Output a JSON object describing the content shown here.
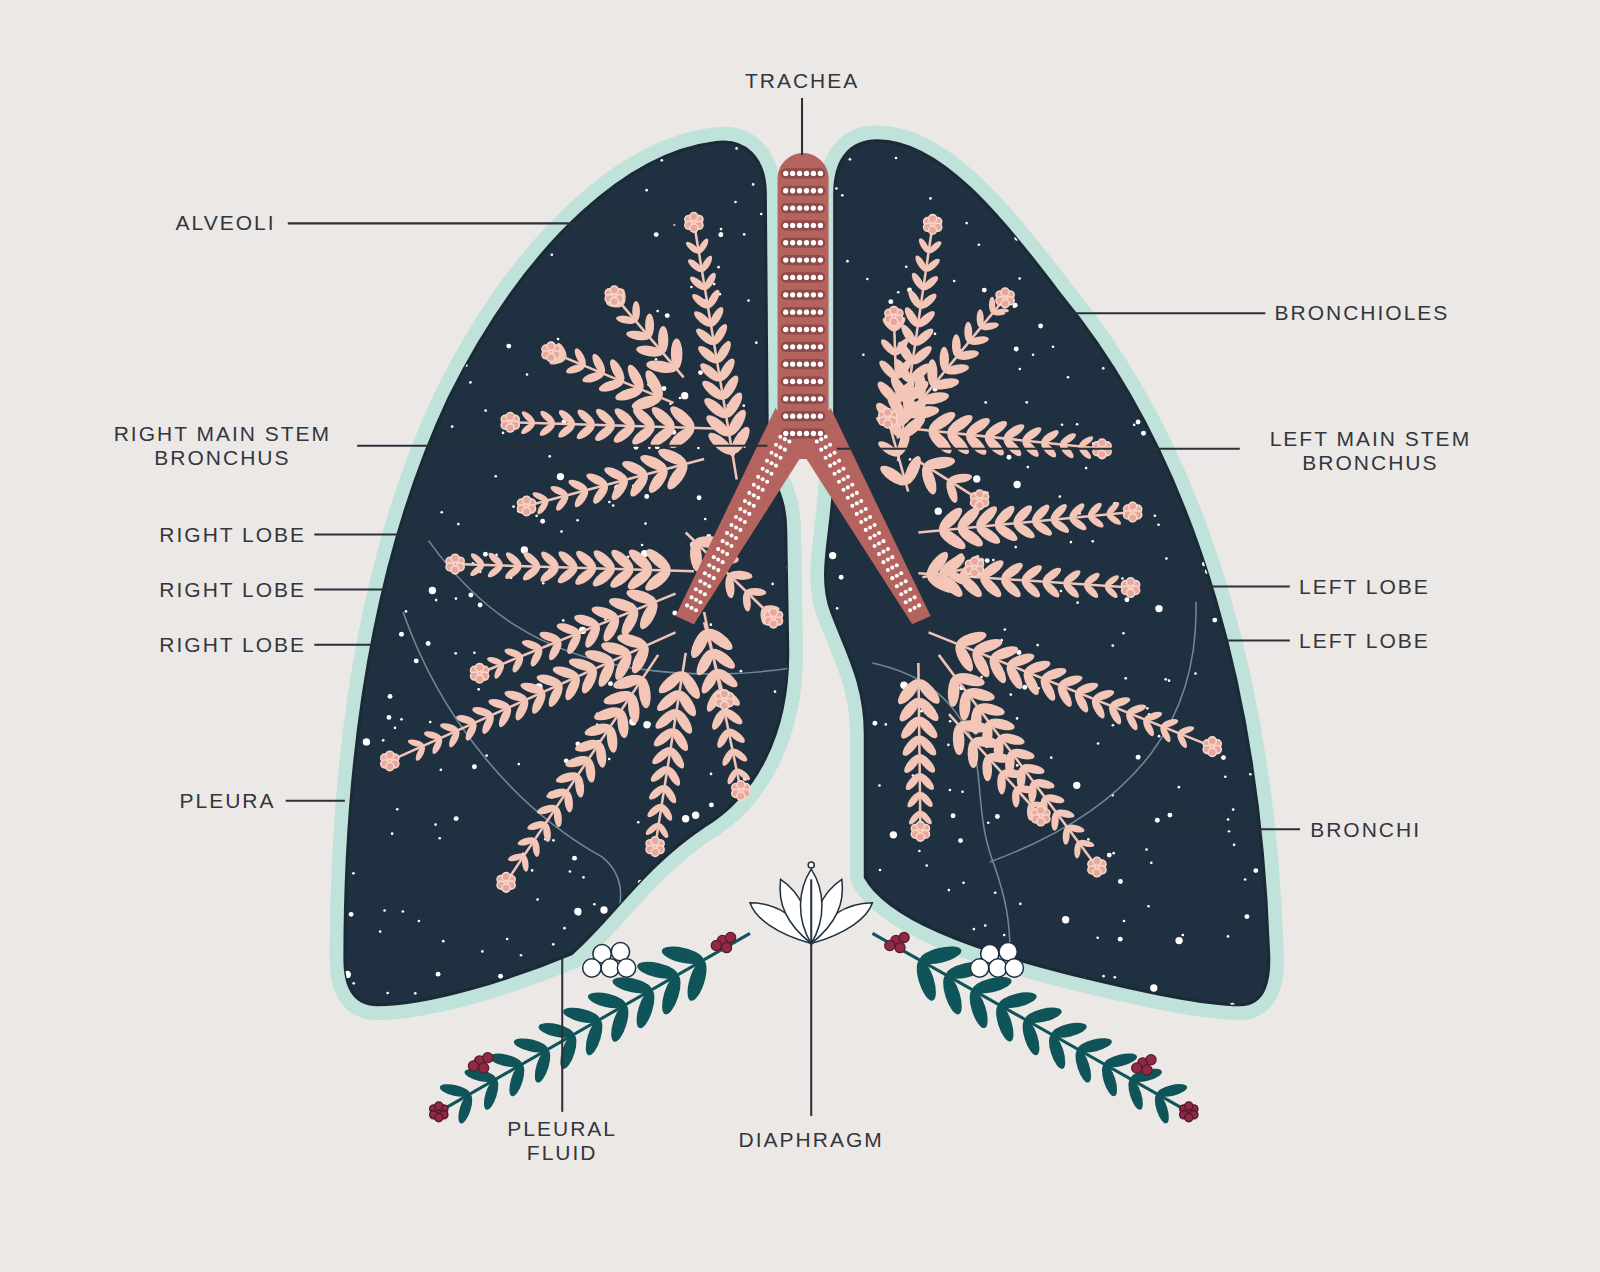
{
  "diagram": {
    "labels": [
      "TRACHEA",
      "ALVEOLI",
      "BRONCHIOLES",
      "RIGHT MAIN STEM BRONCHUS",
      "LEFT MAIN STEM BRONCHUS",
      "RIGHT LOBE",
      "RIGHT LOBE",
      "RIGHT LOBE",
      "LEFT LOBE",
      "LEFT LOBE",
      "PLEURA",
      "BRONCHI",
      "PLEURAL FLUID",
      "DIAPHRAGM"
    ]
  }
}
